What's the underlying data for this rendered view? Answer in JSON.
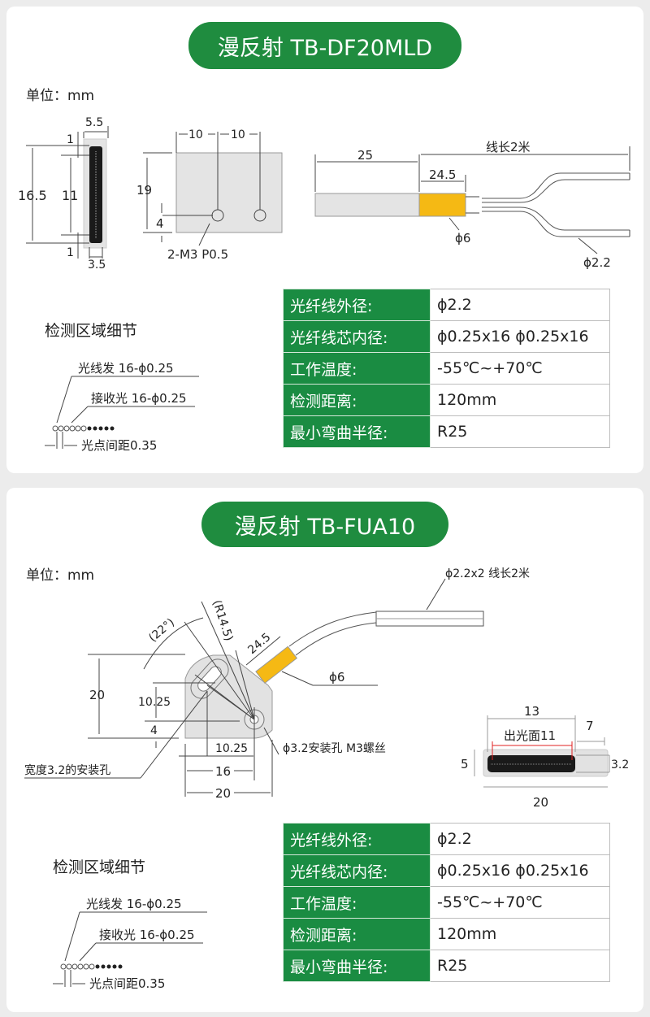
{
  "colors": {
    "accent": "#1f8c3f",
    "table_label": "#1a8c42",
    "sleeve": "#f5b914",
    "face_line": "#e02020"
  },
  "sections": [
    {
      "title": "漫反射 TB-DF20MLD",
      "unit": "单位：mm",
      "detail_title": "检测区域细节",
      "dims": {
        "w_top": "5.5",
        "one_top": "1",
        "h_total": "16.5",
        "h_inner": "11",
        "one_bottom": "1",
        "w_bottom": "3.5",
        "gap1": "10",
        "gap2": "10",
        "height": "19",
        "hole_h": "4",
        "holes": "2-M3 P0.5",
        "len1": "25",
        "sleeve": "24.5",
        "cable_len": "线长2米",
        "sleeve_dia": "ϕ6",
        "cable_dia": "ϕ2.2"
      },
      "detail": {
        "emit": "光线发 16-ϕ0.25",
        "receive": "接收光 16-ϕ0.25",
        "pitch": "光点间距0.35"
      },
      "specs": [
        {
          "k": "光纤线外径:",
          "v": "ϕ2.2"
        },
        {
          "k": "光纤线芯内径:",
          "v": "ϕ0.25x16  ϕ0.25x16"
        },
        {
          "k": "工作温度:",
          "v": "-55℃~+70℃"
        },
        {
          "k": "检测距离:",
          "v": "120mm"
        },
        {
          "k": "最小弯曲半径:",
          "v": "R25"
        }
      ]
    },
    {
      "title": "漫反射 TB-FUA10",
      "unit": "单位：mm",
      "detail_title": "检测区域细节",
      "dims": {
        "angle": "(22°)",
        "radius": "(R14.5)",
        "sleeve": "24.5",
        "sleeve_dia": "ϕ6",
        "height": "20",
        "h1": "10.25",
        "h2": "4",
        "w1": "10.25",
        "w2": "16",
        "w3": "20",
        "slot": "宽度3.2的安装孔",
        "hole": "ϕ3.2安装孔  M3螺丝",
        "cable": "ϕ2.2x2 线长2米",
        "face_w": "13",
        "face": "出光面11",
        "face_side": "7",
        "face_h": "5",
        "face_inner": "3.2",
        "face_total": "20"
      },
      "detail": {
        "emit": "光线发 16-ϕ0.25",
        "receive": "接收光 16-ϕ0.25",
        "pitch": "光点间距0.35"
      },
      "specs": [
        {
          "k": "光纤线外径:",
          "v": "ϕ2.2"
        },
        {
          "k": "光纤线芯内径:",
          "v": "ϕ0.25x16  ϕ0.25x16"
        },
        {
          "k": "工作温度:",
          "v": "-55℃~+70℃"
        },
        {
          "k": "检测距离:",
          "v": "120mm"
        },
        {
          "k": "最小弯曲半径:",
          "v": "R25"
        }
      ]
    }
  ]
}
